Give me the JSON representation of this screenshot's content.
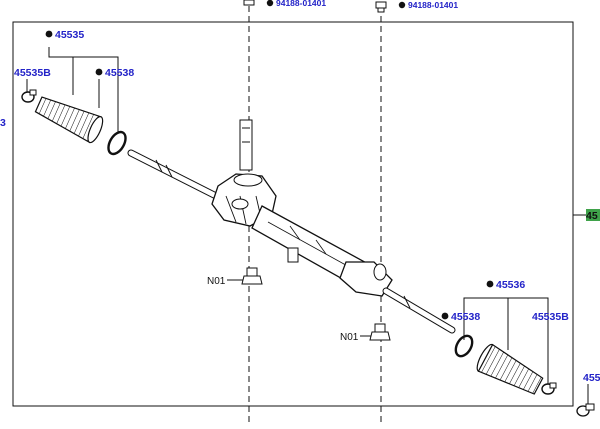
{
  "top_labels": {
    "left": "94188-01401",
    "right": "94188-01401"
  },
  "labels": {
    "kit_left": "45535",
    "clamp_left": "45535B",
    "ring_left": "45538",
    "edge_left_digit": "3",
    "kit_right": "45536",
    "ring_right": "45538",
    "clamp_right": "45535B",
    "nut_left": "N01",
    "nut_right": "N01",
    "edge_right_top": "45",
    "edge_right_bottom": "455"
  },
  "colors": {
    "label_blue": "#2323c8",
    "highlight_green": "#3fa24a",
    "line": "#111111"
  }
}
